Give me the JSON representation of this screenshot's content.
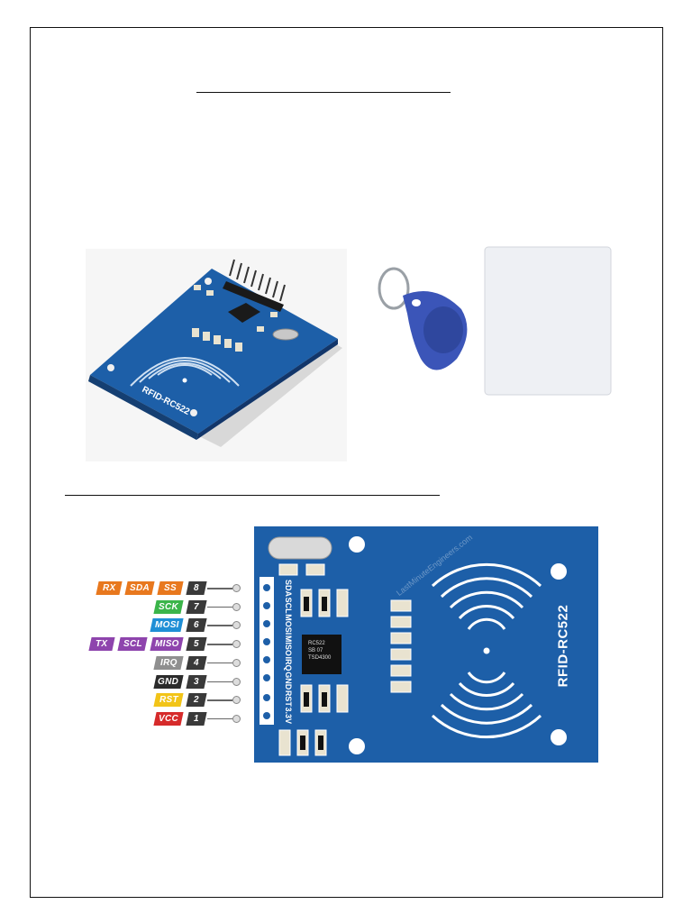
{
  "module_photo": {
    "silk_label": "RFID-RC522"
  },
  "pinout": {
    "board_label": "RFID-RC522",
    "chip_text": [
      "RC522",
      "SB 07",
      "TSD4300"
    ],
    "watermark": "LastMinuteEngineers.com",
    "header_labels": [
      "SDA",
      "SCL",
      "MOSI",
      "MISO",
      "IRQ",
      "GND",
      "RST",
      "3.3V"
    ],
    "pins": [
      {
        "num": "8",
        "labels": [
          {
            "text": "RX",
            "color": "#e8781e"
          },
          {
            "text": "SDA",
            "color": "#e8781e"
          },
          {
            "text": "SS",
            "color": "#e8781e"
          }
        ]
      },
      {
        "num": "7",
        "labels": [
          {
            "text": "SCK",
            "color": "#3bb54a"
          }
        ]
      },
      {
        "num": "6",
        "labels": [
          {
            "text": "MOSI",
            "color": "#1f8fd6"
          }
        ]
      },
      {
        "num": "5",
        "labels": [
          {
            "text": "TX",
            "color": "#8e44ad"
          },
          {
            "text": "SCL",
            "color": "#8e44ad"
          },
          {
            "text": "MISO",
            "color": "#8e44ad"
          }
        ]
      },
      {
        "num": "4",
        "labels": [
          {
            "text": "IRQ",
            "color": "#8f8f8f"
          }
        ]
      },
      {
        "num": "3",
        "labels": [
          {
            "text": "GND",
            "color": "#2b2b2b"
          }
        ]
      },
      {
        "num": "2",
        "labels": [
          {
            "text": "RST",
            "color": "#f2c418"
          }
        ]
      },
      {
        "num": "1",
        "labels": [
          {
            "text": "VCC",
            "color": "#d62b2b"
          }
        ]
      }
    ]
  },
  "colors": {
    "board_blue": "#1d5fa8",
    "tag_blue": "#3b55b8",
    "card_white": "#eef0f4"
  }
}
